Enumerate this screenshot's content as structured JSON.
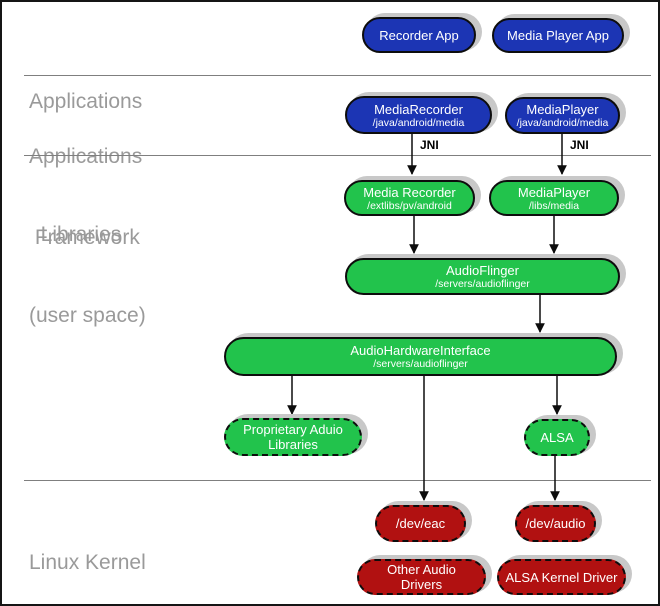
{
  "sections": {
    "applications": {
      "line1": "Applications"
    },
    "framework": {
      "line1": "Applications",
      "line2": " Framework"
    },
    "libraries": {
      "line1": "  Libraries",
      "line2": "(user space)"
    },
    "kernel": {
      "line1": "Linux Kernel"
    }
  },
  "annotations": {
    "jni_left": "JNI",
    "jni_right": "JNI"
  },
  "nodes": {
    "recorder_app": {
      "title": "Recorder App"
    },
    "media_player_app": {
      "title": "Media Player App"
    },
    "media_recorder_fw": {
      "title": "MediaRecorder",
      "path": "/java/android/media"
    },
    "media_player_fw": {
      "title": "MediaPlayer",
      "path": "/java/android/media"
    },
    "media_recorder_lib": {
      "title": "Media Recorder",
      "path": "/extlibs/pv/android"
    },
    "media_player_lib": {
      "title": "MediaPlayer",
      "path": "/libs/media"
    },
    "audio_flinger": {
      "title": "AudioFlinger",
      "path": "/servers/audioflinger"
    },
    "audio_hardware_interface": {
      "title": "AudioHardwareInterface",
      "path": "/servers/audioflinger"
    },
    "proprietary_audio_libs": {
      "title": "Proprietary Aduio Libraries"
    },
    "alsa": {
      "title": "ALSA"
    },
    "dev_eac": {
      "title": "/dev/eac"
    },
    "dev_audio": {
      "title": "/dev/audio"
    },
    "other_audio_drivers": {
      "title": "Other Audio Drivers"
    },
    "alsa_kernel_driver": {
      "title": "ALSA Kernel Driver"
    }
  },
  "colors": {
    "app_blue": "#1c35b4",
    "lib_green": "#22c34c",
    "kernel_red": "#b11111",
    "label_gray": "#9a9a9a",
    "shadow_gray": "#c8c8c8",
    "divider_gray": "#7f7f7f",
    "line_black": "#0d0d0d"
  }
}
